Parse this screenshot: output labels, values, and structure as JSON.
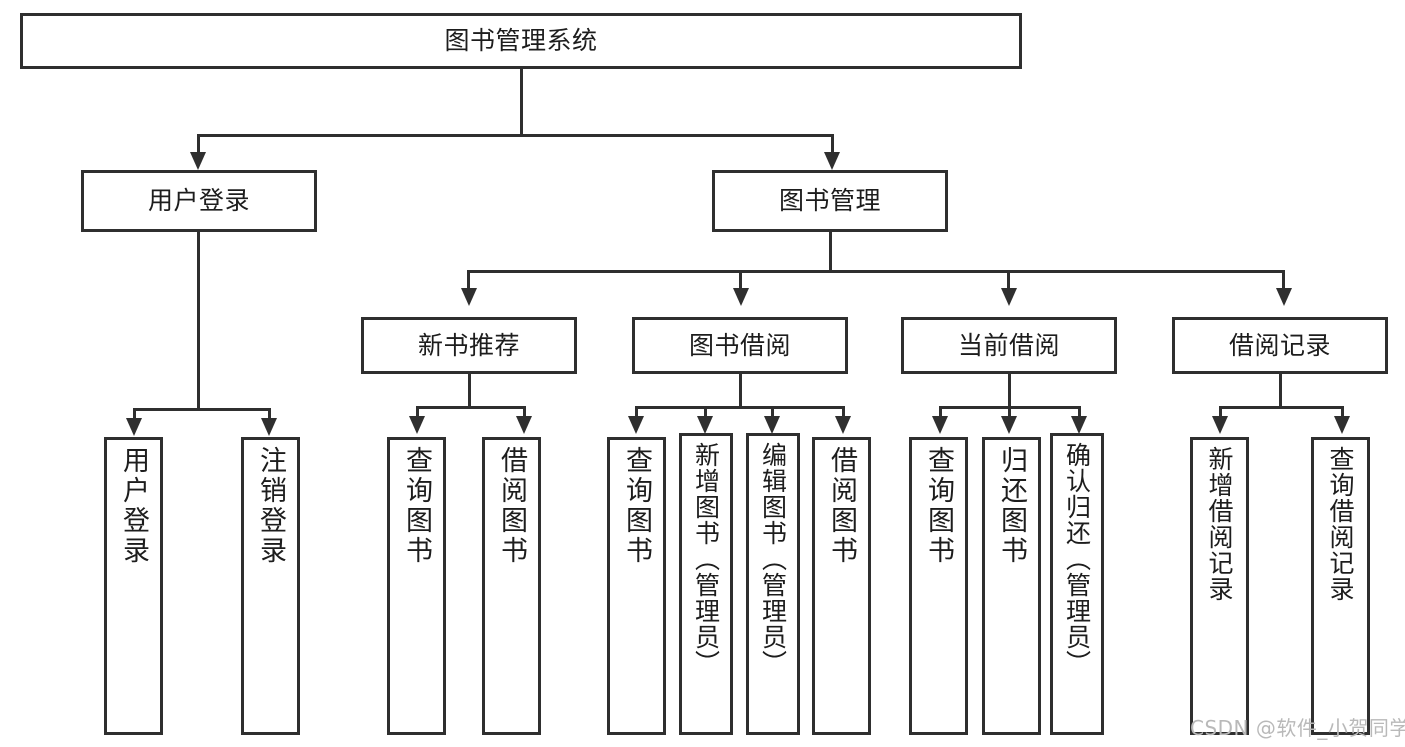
{
  "diagram": {
    "title": "图书管理系统",
    "type": "tree-hierarchy-chart",
    "root": {
      "label": "图书管理系统"
    },
    "level1": [
      {
        "label": "用户登录"
      },
      {
        "label": "图书管理"
      }
    ],
    "level2": [
      {
        "label": "新书推荐"
      },
      {
        "label": "图书借阅"
      },
      {
        "label": "当前借阅"
      },
      {
        "label": "借阅记录"
      }
    ],
    "leaves": [
      {
        "label": "用户登录"
      },
      {
        "label": "注销登录"
      },
      {
        "label": "查询图书"
      },
      {
        "label": "借阅图书"
      },
      {
        "label": "查询图书"
      },
      {
        "label": "新增图书（管理员）"
      },
      {
        "label": "编辑图书（管理员）"
      },
      {
        "label": "借阅图书"
      },
      {
        "label": "查询图书"
      },
      {
        "label": "归还图书"
      },
      {
        "label": "确认归还（管理员）"
      },
      {
        "label": "新增借阅记录"
      },
      {
        "label": "查询借阅记录"
      }
    ]
  },
  "watermark": {
    "text": "CSDN @软件_小贺同学"
  },
  "colors": {
    "stroke": "#2f2f2f",
    "fill": "#ffffff",
    "text": "#1d1d1d",
    "watermark": "#b9b9b9"
  }
}
